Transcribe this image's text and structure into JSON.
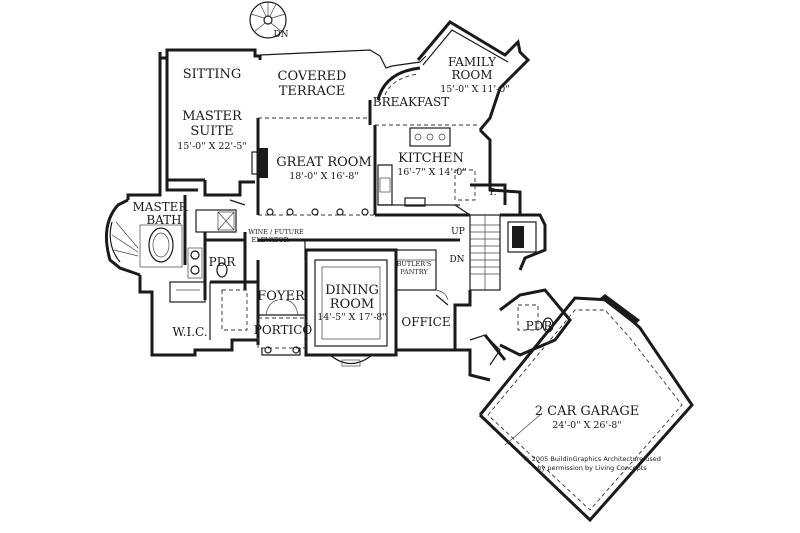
{
  "rooms": {
    "sitting": "SITTING",
    "covered_terrace_l1": "COVERED",
    "covered_terrace_l2": "TERRACE",
    "family_room_l1": "FAMILY",
    "family_room_l2": "ROOM",
    "family_room_dim": "15'-0\" X 11'-0\"",
    "breakfast": "BREAKFAST",
    "master_suite_l1": "MASTER",
    "master_suite_l2": "SUITE",
    "master_suite_dim": "15'-0\" X 22'-5\"",
    "great_room": "GREAT ROOM",
    "great_room_dim": "18'-0\" X 16'-8\"",
    "kitchen": "KITCHEN",
    "kitchen_dim": "16'-7\" X 14'-0\"",
    "pantry": "P.",
    "master_bath_l1": "MASTER",
    "master_bath_l2": "BATH",
    "wine_l1": "WINE / FUTURE",
    "wine_l2": "ELEVATOR",
    "pdr_left": "PDR",
    "butlers_l1": "BUTLER'S",
    "butlers_l2": "PANTRY",
    "foyer": "FOYER",
    "dining_l1": "DINING",
    "dining_l2": "ROOM",
    "dining_dim": "14'-5\" X 17'-8\"",
    "office": "OFFICE",
    "pdr_right": "PDR",
    "wic": "W.I.C.",
    "portico": "PORTICO",
    "garage": "2 CAR GARAGE",
    "garage_dim": "24'-0\" X 26'-8\""
  },
  "stairs": {
    "dn_top": "DN",
    "up": "UP",
    "dn_right": "DN"
  },
  "credit": {
    "line1": "© 2005 BuildinGraphics Architecture used",
    "line2": "by permission by Living Concepts"
  }
}
